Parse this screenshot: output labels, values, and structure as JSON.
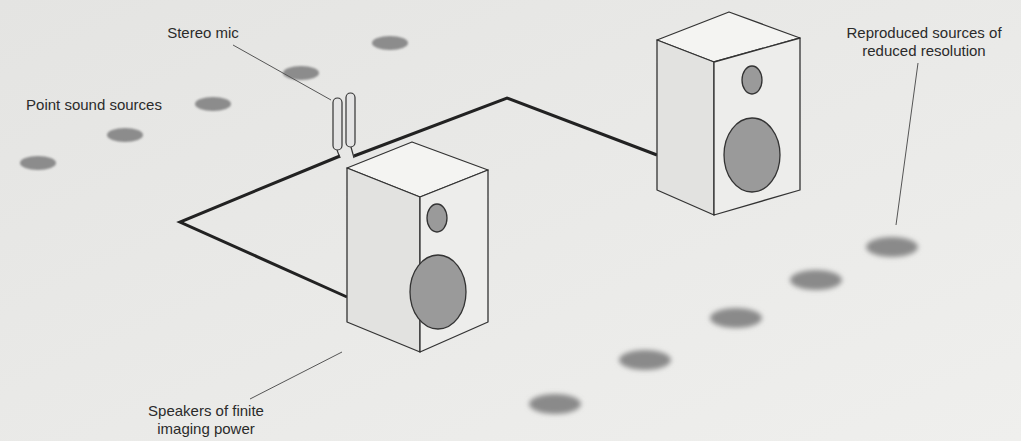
{
  "diagram": {
    "labels": [
      "Stereo mic",
      "Point sound sources",
      "Reproduced sources of reduced resolution",
      "Speakers of finite imaging power"
    ]
  }
}
